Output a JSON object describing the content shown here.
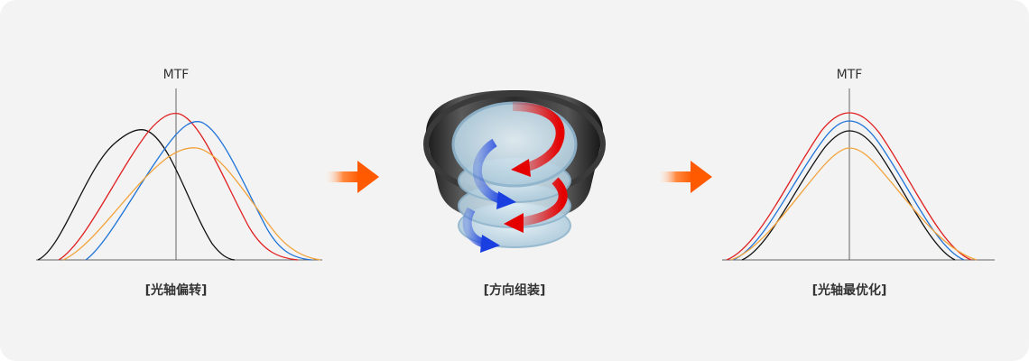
{
  "left_panel": {
    "axis_label": "MTF",
    "caption": "[光轴偏转]",
    "colors": {
      "black": "#111111",
      "red": "#e01f1f",
      "blue": "#1e73d8",
      "orange": "#f2a23a"
    }
  },
  "middle_panel": {
    "caption": "[方向组装]",
    "colors": {
      "red_arrow": "#e50000",
      "blue_arrow": "#1a3fe0",
      "lens_ring": "#2b2b2b",
      "glass": "#b8d3e3"
    }
  },
  "right_panel": {
    "axis_label": "MTF",
    "caption": "[光轴最优化]"
  },
  "arrows": {
    "color_start": "#ffffff",
    "color_end": "#ff5a00"
  }
}
